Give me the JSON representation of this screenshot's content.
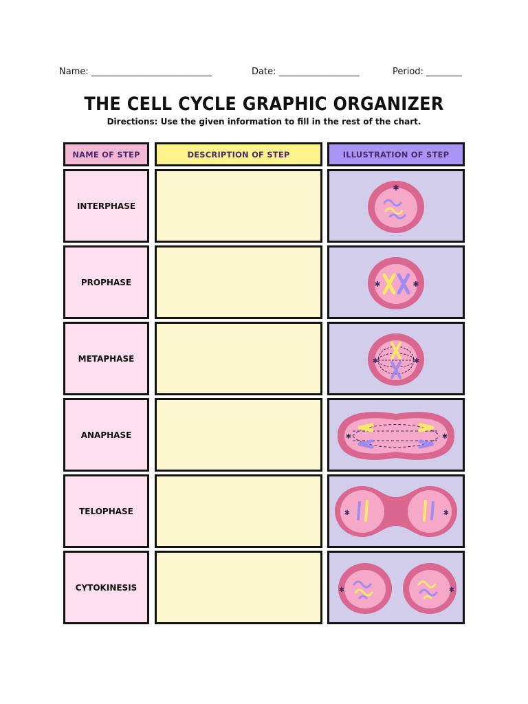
{
  "header": {
    "name_label": "Name: ___________________________",
    "date_label": "Date: __________________",
    "period_label": "Period: ________"
  },
  "title": "THE CELL CYCLE GRAPHIC ORGANIZER",
  "directions": "Directions: Use the given information to fill in the rest of the chart.",
  "columns": {
    "name": "NAME OF STEP",
    "description": "DESCRIPTION OF STEP",
    "illustration": "ILLUSTRATION OF STEP"
  },
  "rows": [
    {
      "name": "INTERPHASE",
      "description": ""
    },
    {
      "name": "PROPHASE",
      "description": ""
    },
    {
      "name": "METAPHASE",
      "description": ""
    },
    {
      "name": "ANAPHASE",
      "description": ""
    },
    {
      "name": "TELOPHASE",
      "description": ""
    },
    {
      "name": "CYTOKINESIS",
      "description": ""
    }
  ],
  "colors": {
    "cell_outer": "#d9678f",
    "cell_inner": "#f5a8c8",
    "chromosome_yellow": "#f5e96a",
    "chromosome_purple": "#a08cf0",
    "centriole": "#3a2a5a"
  }
}
